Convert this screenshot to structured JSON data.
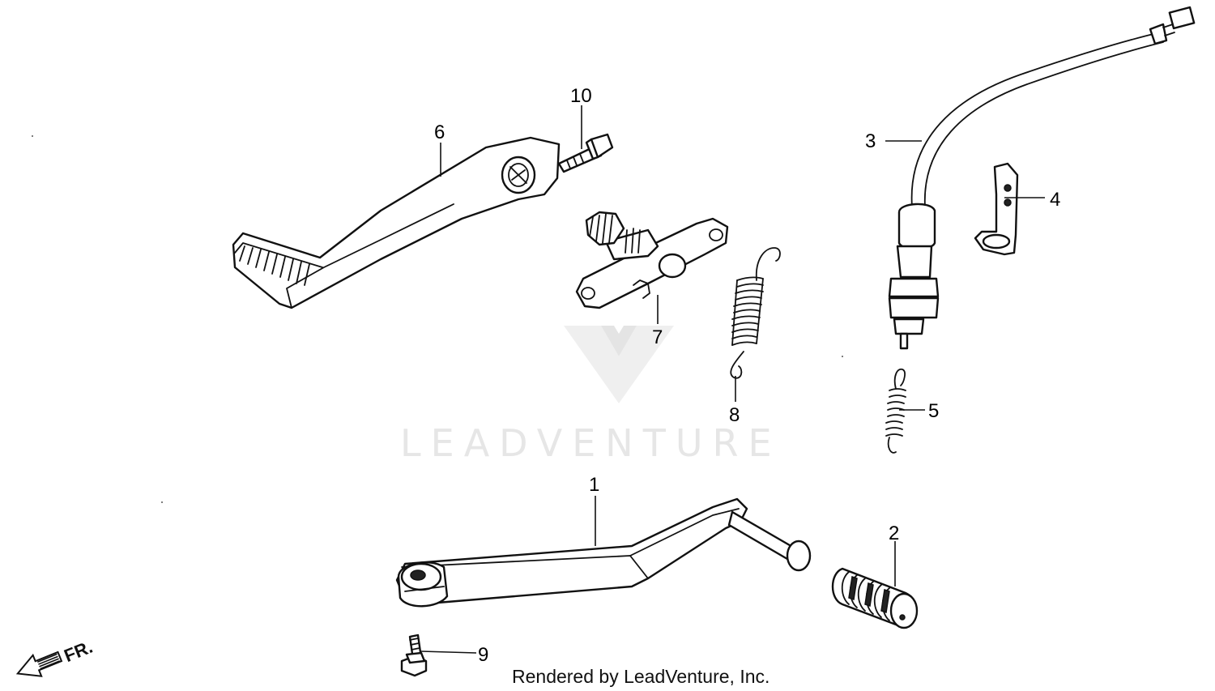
{
  "watermark": {
    "text": "LEADVENTURE"
  },
  "footer": {
    "text": "Rendered by LeadVenture, Inc."
  },
  "direction_marker": {
    "text": "FR."
  },
  "callouts": {
    "c1": "1",
    "c2": "2",
    "c3": "3",
    "c4": "4",
    "c5": "5",
    "c6": "6",
    "c7": "7",
    "c8": "8",
    "c9": "9",
    "c10": "10"
  }
}
